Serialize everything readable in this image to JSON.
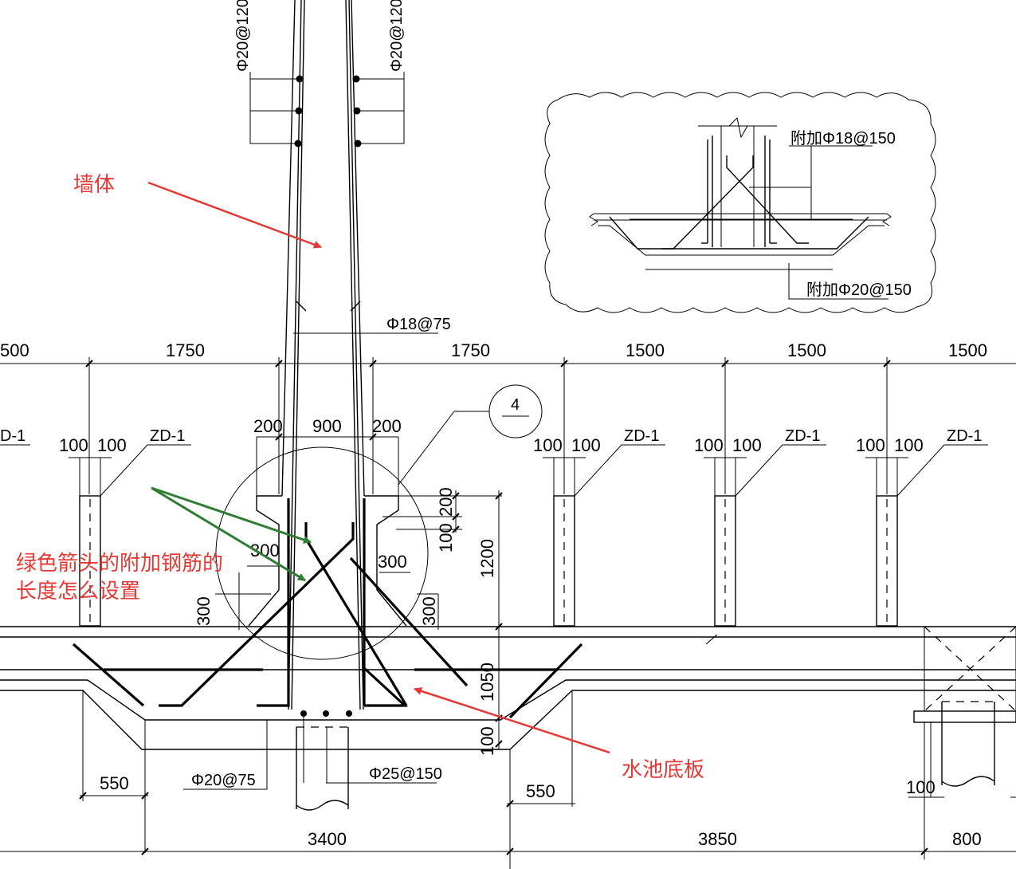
{
  "annotations": {
    "wall": "墙体",
    "question_line1": "绿色箭头的附加钢筋的",
    "question_line2": "长度怎么设置",
    "slab": "水池底板"
  },
  "rebar": {
    "wall_left": "Φ20@120",
    "wall_right": "Φ20@120",
    "wall_mid": "Φ18@75",
    "detail_add_top": "附加Φ18@150",
    "detail_add_bottom": "附加Φ20@150",
    "slab_bottom": "Φ20@75",
    "pile": "Φ25@150"
  },
  "labels": {
    "zd1": "ZD-1",
    "zd1_cut": "D-1",
    "detail_no": "4"
  },
  "dims": {
    "top_row": [
      "500",
      "1750",
      "1750",
      "1500",
      "1500",
      "1500"
    ],
    "col100": "100",
    "wall_200": "200",
    "wall_900": "900",
    "v200": "200",
    "v100": "100",
    "v1200": "1200",
    "v300": "300",
    "v1050": "1050",
    "v100b": "100",
    "h300": "300",
    "b550": "550",
    "bottom_row": [
      "3400",
      "3850",
      "800"
    ]
  },
  "colors": {
    "drawing": "#000000",
    "red": "#e53935",
    "green": "#2e7d32",
    "background": "#ffffff"
  }
}
